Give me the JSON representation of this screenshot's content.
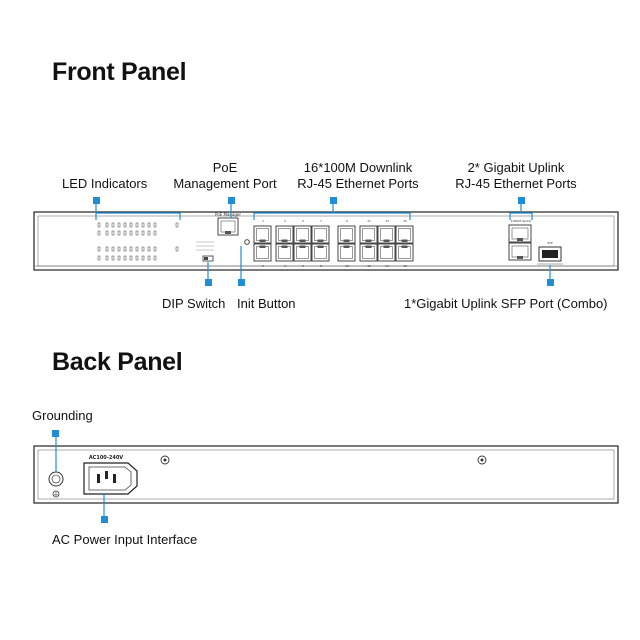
{
  "front": {
    "heading": "Front Panel",
    "labels": {
      "led": "LED Indicators",
      "poe_line1": "PoE",
      "poe_line2": "Management Port",
      "downlink_line1": "16*100M Downlink",
      "downlink_line2": "RJ-45 Ethernet Ports",
      "uplink_line1": "2* Gigabit Uplink",
      "uplink_line2": "RJ-45 Ethernet Ports",
      "dip": "DIP Switch",
      "init": "Init Button",
      "sfp": "1*Gigabit Uplink SFP Port (Combo)"
    },
    "device": {
      "poe_port_caption": "PoE Manager",
      "top_port_numbers": [
        "1",
        "3",
        "5",
        "7",
        "9",
        "11",
        "13",
        "15"
      ],
      "bottom_port_numbers": [
        "2",
        "4",
        "6",
        "8",
        "10",
        "12",
        "14",
        "16"
      ],
      "uplink_caption": "1000M Uplink",
      "sfp_caption": "SFP"
    }
  },
  "back": {
    "heading": "Back Panel",
    "labels": {
      "grounding": "Grounding",
      "ac": "AC Power Input Interface"
    },
    "device": {
      "voltage": "AC100-240V"
    }
  },
  "colors": {
    "accent": "#1f8ed6",
    "panel_stroke": "#333333",
    "text": "#111111"
  }
}
